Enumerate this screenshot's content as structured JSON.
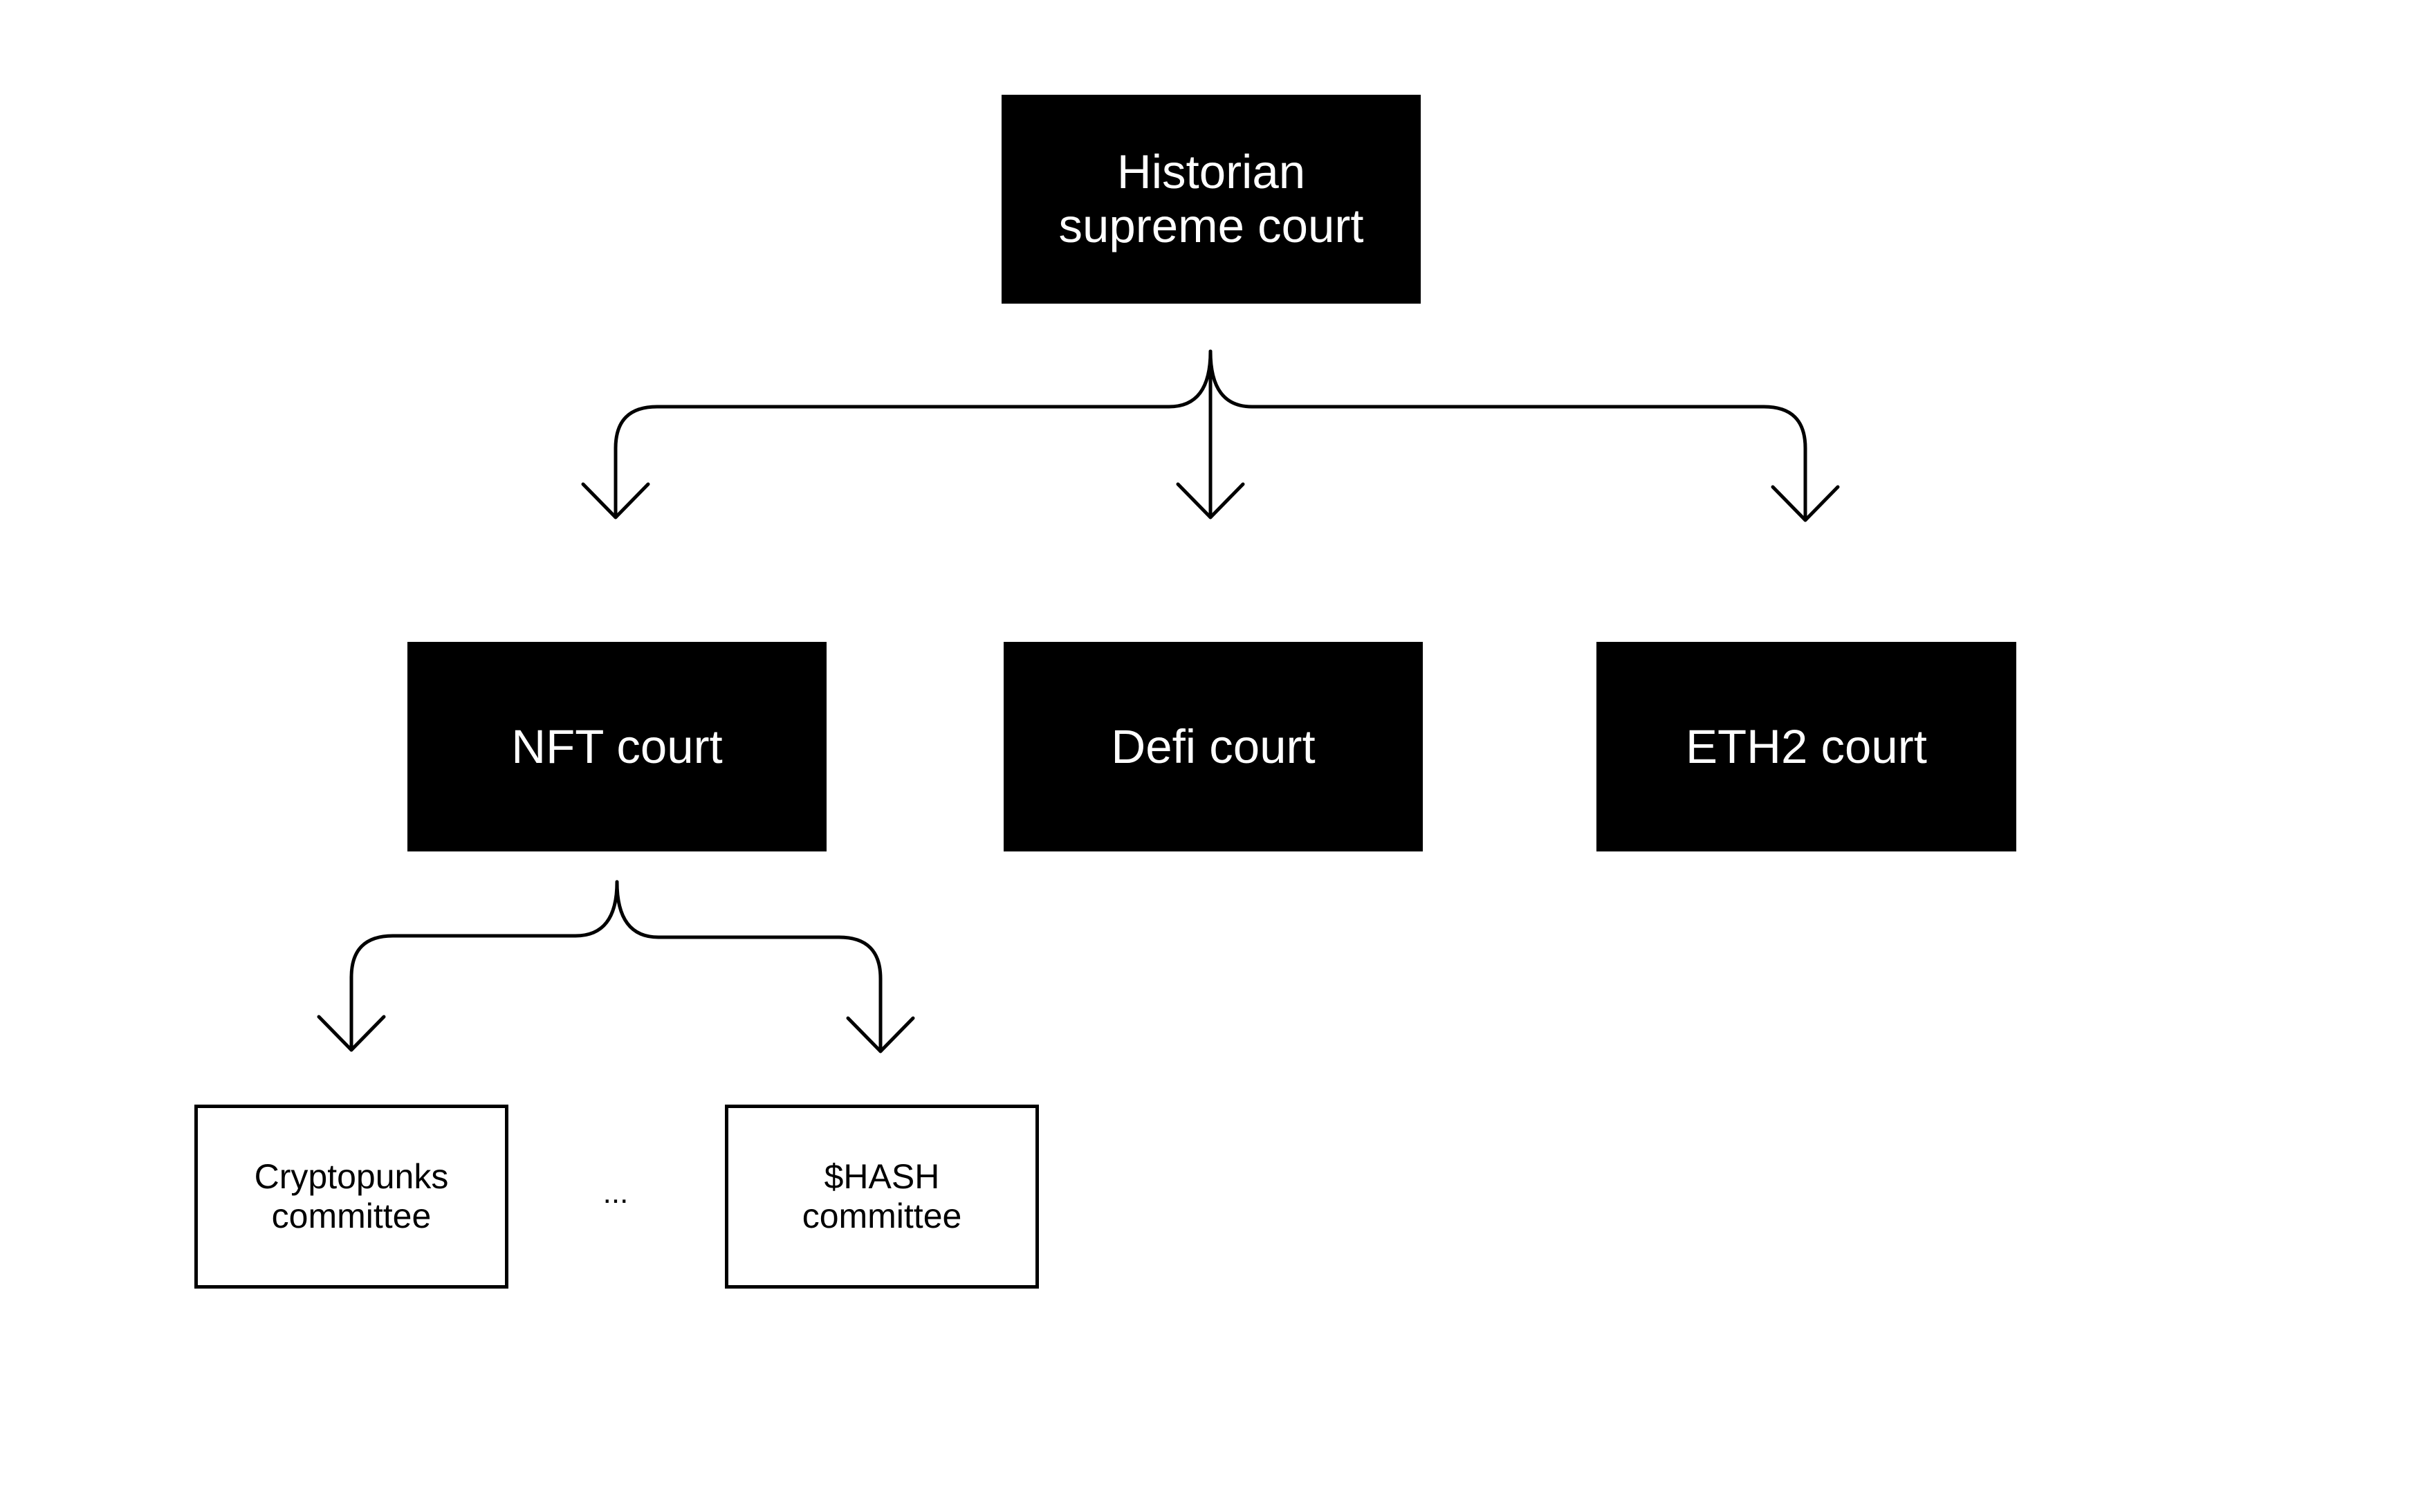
{
  "diagram": {
    "nodes": {
      "supreme_court": "Historian\nsupreme court",
      "nft_court": "NFT court",
      "defi_court": "Defi court",
      "eth2_court": "ETH2 court",
      "cryptopunks_committee": "Cryptopunks\ncommittee",
      "hash_committee": "$HASH\ncommittee"
    },
    "ellipsis": "...",
    "edges": [
      {
        "from": "supreme_court",
        "to": "nft_court"
      },
      {
        "from": "supreme_court",
        "to": "defi_court"
      },
      {
        "from": "supreme_court",
        "to": "eth2_court"
      },
      {
        "from": "nft_court",
        "to": "cryptopunks_committee"
      },
      {
        "from": "nft_court",
        "to": "hash_committee"
      }
    ],
    "colors": {
      "dark_node_fill": "#000000",
      "dark_node_text": "#ffffff",
      "light_node_border": "#000000",
      "connector": "#000000",
      "background": "#ffffff"
    }
  }
}
